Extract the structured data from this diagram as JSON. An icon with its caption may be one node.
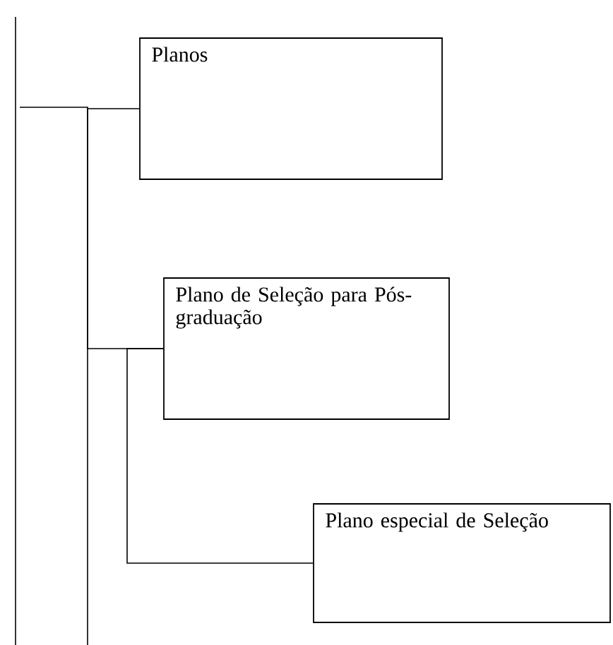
{
  "diagram": {
    "nodes": [
      {
        "text": [
          "Planos"
        ]
      },
      {
        "text": [
          "Plano de Seleção para Pós-graduação"
        ]
      },
      {
        "text": [
          "Plano especial de Seleção"
        ]
      }
    ],
    "edges": [
      {
        "from": 0,
        "to": 1,
        "arrow": "none"
      },
      {
        "from": 1,
        "to": 2,
        "arrow": "none"
      }
    ]
  }
}
